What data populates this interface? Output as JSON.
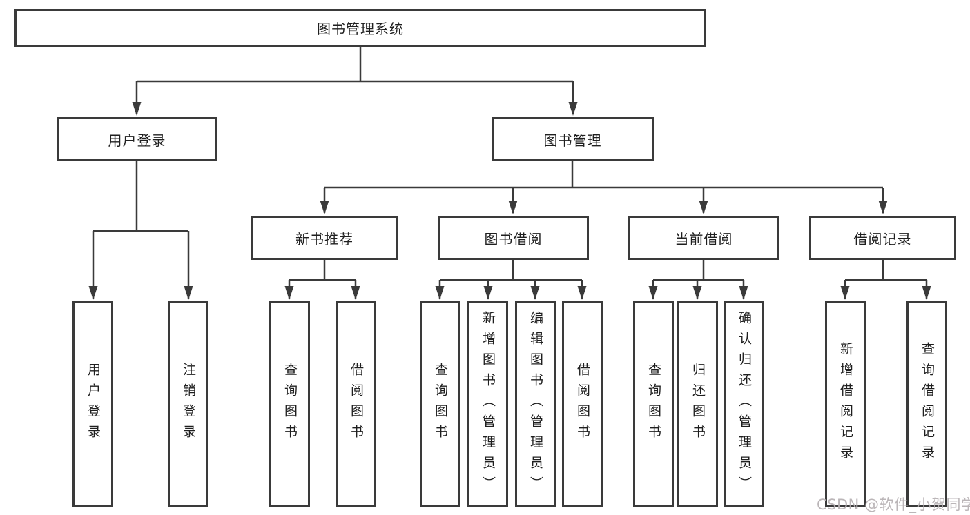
{
  "diagram": {
    "root": {
      "label": "图书管理系统"
    },
    "branches": [
      {
        "label": "用户登录",
        "leaves": [
          {
            "label": "用户登录"
          },
          {
            "label": "注销登录"
          }
        ]
      },
      {
        "label": "图书管理",
        "groups": [
          {
            "label": "新书推荐",
            "leaves": [
              {
                "label": "查询图书"
              },
              {
                "label": "借阅图书"
              }
            ]
          },
          {
            "label": "图书借阅",
            "leaves": [
              {
                "label": "查询图书"
              },
              {
                "label": "新增图书（管理员）"
              },
              {
                "label": "编辑图书（管理员）"
              },
              {
                "label": "借阅图书"
              }
            ]
          },
          {
            "label": "当前借阅",
            "leaves": [
              {
                "label": "查询图书"
              },
              {
                "label": "归还图书"
              },
              {
                "label": "确认归还（管理员）"
              }
            ]
          },
          {
            "label": "借阅记录",
            "leaves": [
              {
                "label": "新增借阅记录"
              },
              {
                "label": "查询借阅记录"
              }
            ]
          }
        ]
      }
    ]
  },
  "watermark": {
    "text": "CSDN @软件_小贺同学"
  },
  "colors": {
    "line": "#3a3a3a",
    "text": "#1f1f1f",
    "background": "#ffffff",
    "watermark": "#b6b0b3"
  }
}
